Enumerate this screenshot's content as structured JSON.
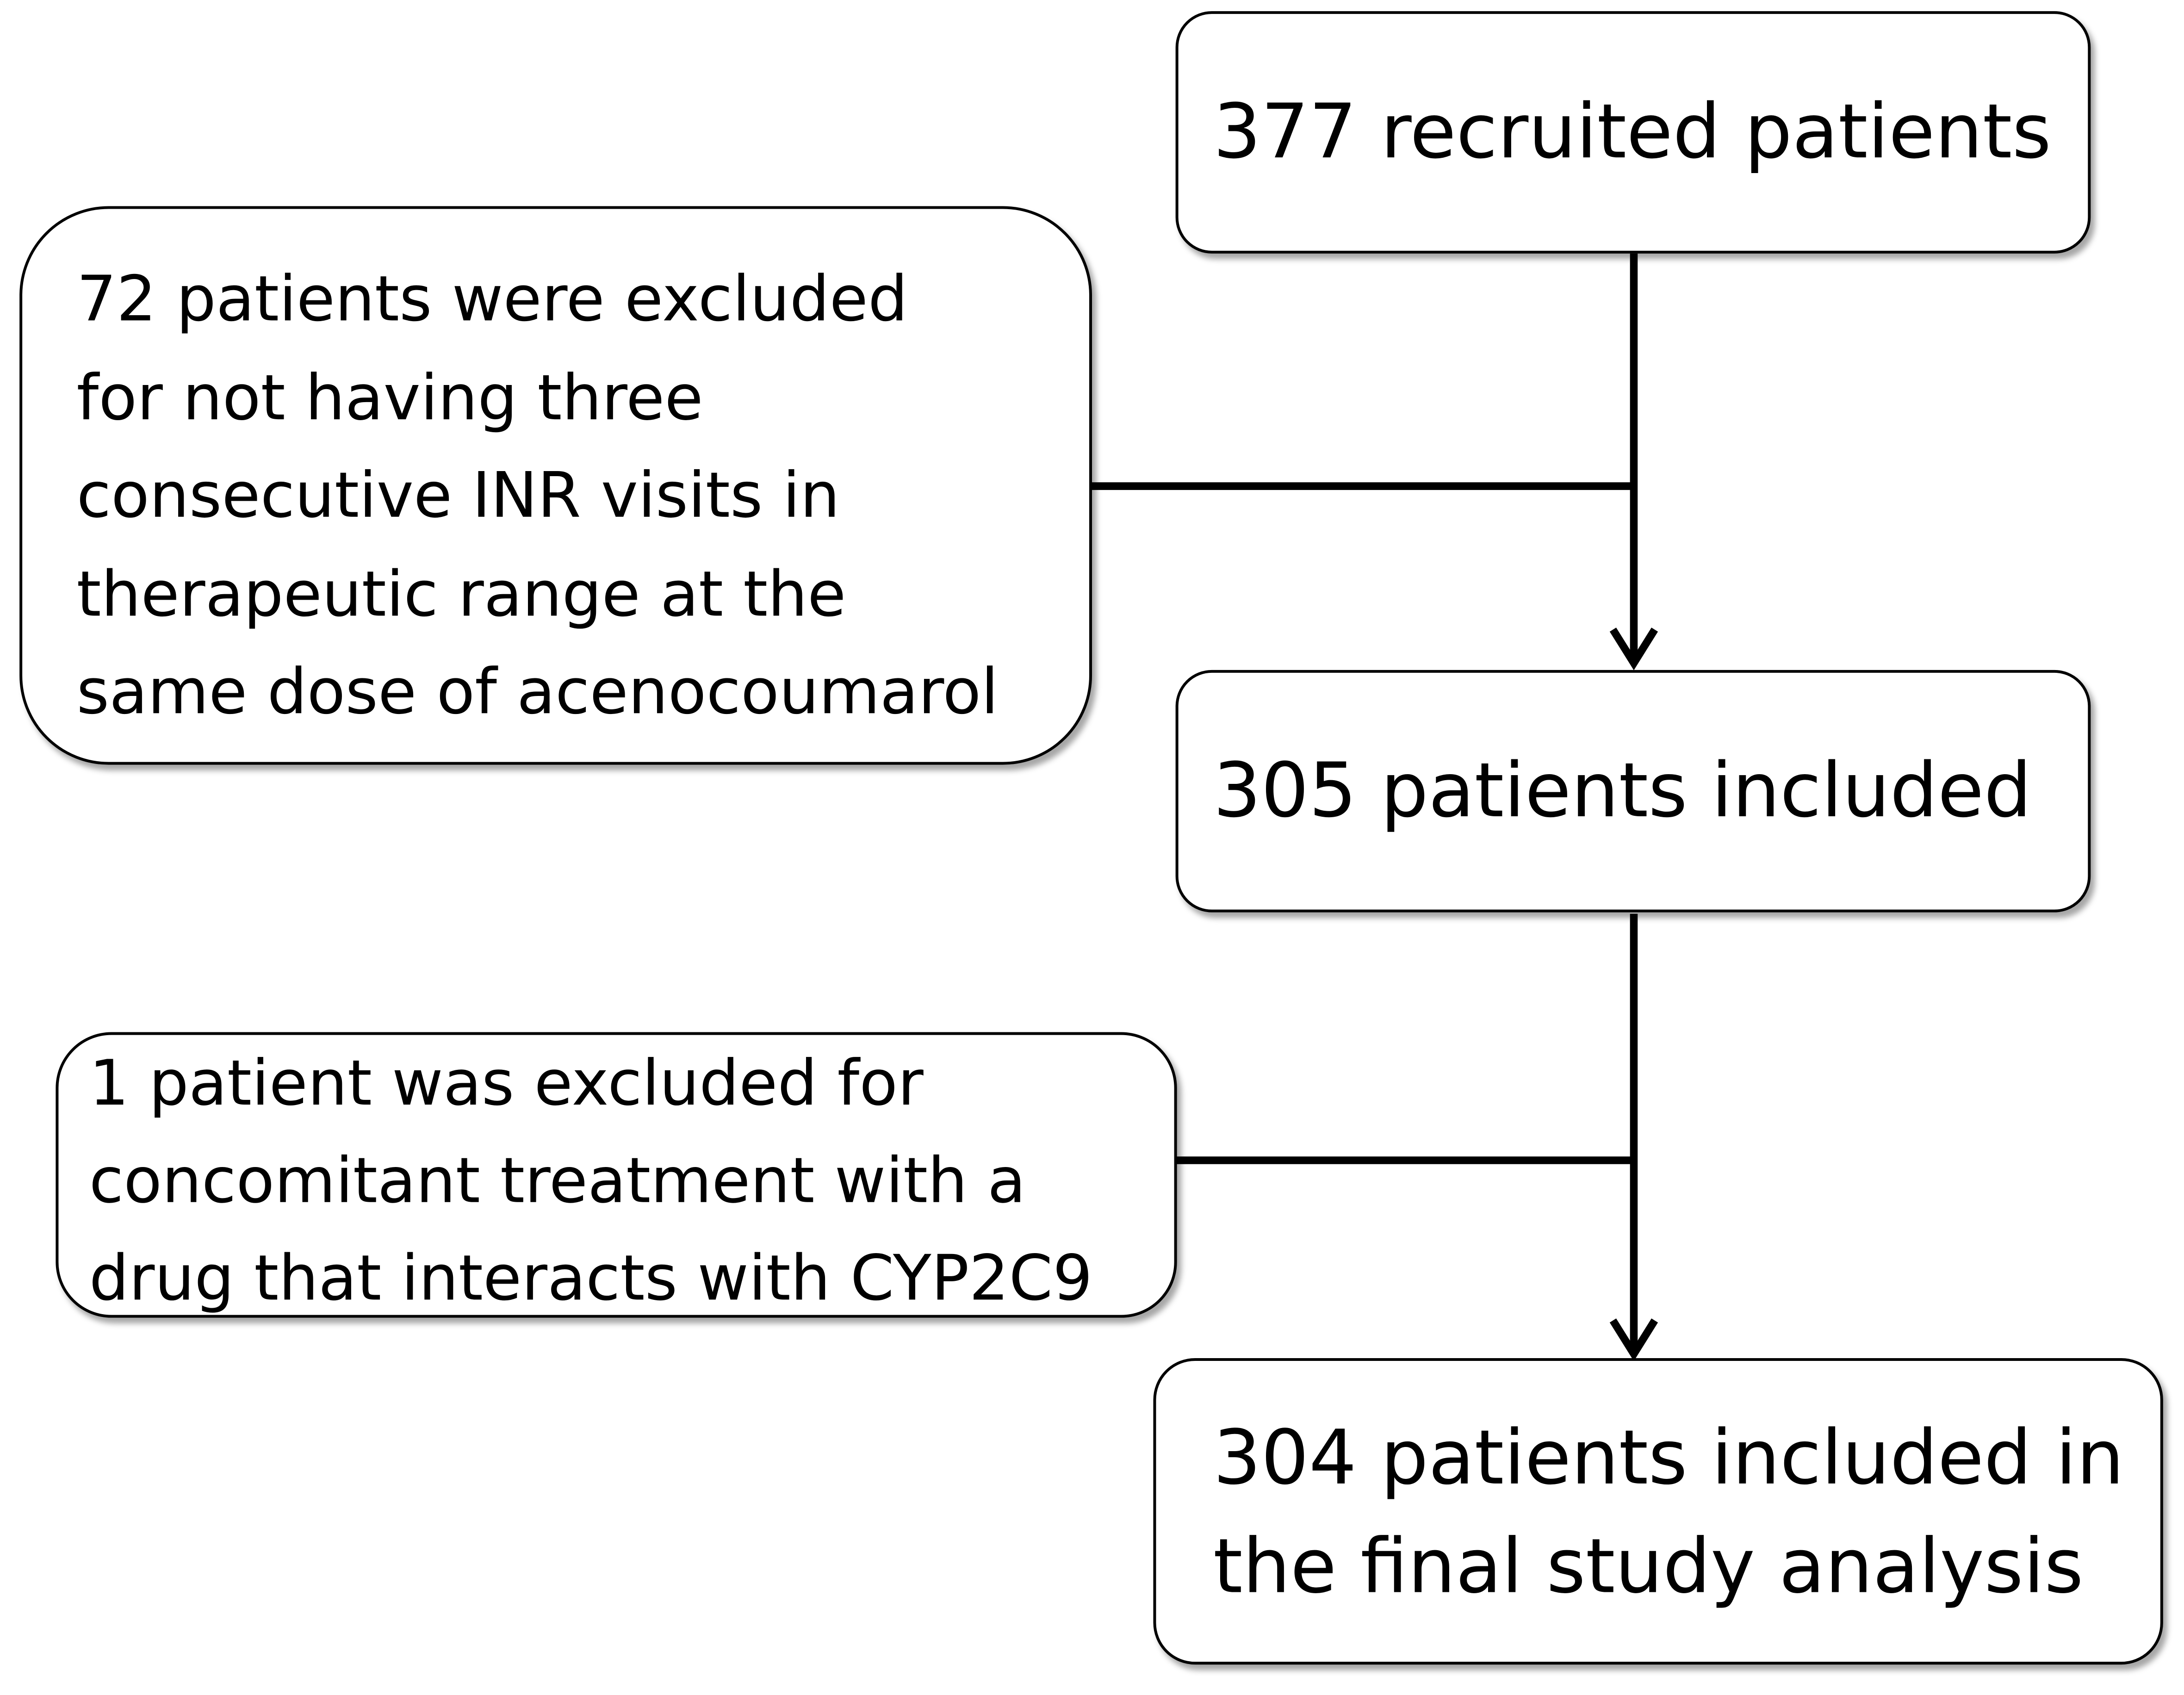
{
  "diagram": {
    "boxes": {
      "recruited": {
        "lines": [
          "377 recruited patients"
        ]
      },
      "excluded_first": {
        "lines": [
          "72 patients were excluded",
          "for not having three",
          "consecutive INR visits in",
          "therapeutic range at the",
          "same dose of acenocoumarol"
        ]
      },
      "included": {
        "lines": [
          "305 patients included"
        ]
      },
      "excluded_second": {
        "lines": [
          "1 patient was excluded for",
          "concomitant treatment with a",
          "drug that interacts with CYP2C9"
        ]
      },
      "final": {
        "lines": [
          "304 patients included in",
          "the final study analysis"
        ]
      }
    },
    "colors": {
      "stroke": "#000000",
      "box_fill": "#ffffff",
      "text": "#000000"
    },
    "edges": [
      {
        "from": "recruited",
        "to": "included",
        "type": "arrow"
      },
      {
        "from": "excluded_first",
        "to": "recruited-included-edge",
        "type": "line"
      },
      {
        "from": "included",
        "to": "final",
        "type": "arrow"
      },
      {
        "from": "excluded_second",
        "to": "included-final-edge",
        "type": "line"
      }
    ]
  }
}
